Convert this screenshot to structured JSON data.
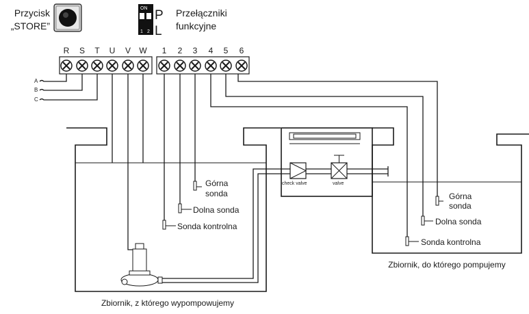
{
  "store_button": {
    "label_line1": "Przycisk",
    "label_line2": "„STORE”"
  },
  "dip_switch": {
    "on_label": "ON",
    "numbers": [
      "1",
      "2"
    ],
    "letter_p": "P",
    "letter_l": "L",
    "label_line1": "Przełączniki",
    "label_line2": "funkcyjne"
  },
  "terminals": {
    "power": [
      "R",
      "S",
      "T",
      "U",
      "V",
      "W"
    ],
    "sensors": [
      "1",
      "2",
      "3",
      "4",
      "5",
      "6"
    ]
  },
  "phase_inputs": [
    "A",
    "B",
    "C"
  ],
  "pipe_labels": {
    "check_valve": "check valve",
    "valve": "valve"
  },
  "source_tank": {
    "caption": "Zbiornik, z którego wypompowujemy",
    "upper_probe_line1": "Górna",
    "upper_probe_line2": "sonda",
    "lower_probe": "Dolna sonda",
    "control_probe": "Sonda kontrolna"
  },
  "target_tank": {
    "caption": "Zbiornik, do którego pompujemy",
    "upper_probe_line1": "Górna",
    "upper_probe_line2": "sonda",
    "lower_probe": "Dolna sonda",
    "control_probe": "Sonda kontrolna"
  }
}
